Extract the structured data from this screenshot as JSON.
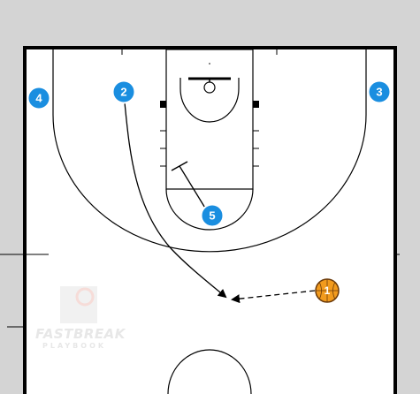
{
  "diagram": {
    "watermark": {
      "brand": "FASTBREAK",
      "sub": "PLAYBOOK"
    },
    "players": [
      {
        "id": "player-1",
        "number": "1",
        "role": "ball-handler"
      },
      {
        "id": "player-2",
        "number": "2"
      },
      {
        "id": "player-3",
        "number": "3"
      },
      {
        "id": "player-4",
        "number": "4"
      },
      {
        "id": "player-5",
        "number": "5"
      }
    ],
    "actions": [
      {
        "type": "cut",
        "from": "2",
        "style": "solid-arrow"
      },
      {
        "type": "pass",
        "from": "1",
        "style": "dashed-arrow"
      },
      {
        "type": "screen",
        "from": "5"
      }
    ],
    "colors": {
      "player_fill": "#1a8ee0",
      "ball_fill": "#f29b1d",
      "court_lines": "#000000",
      "background": "#d4d4d4",
      "court_floor": "#ffffff"
    }
  }
}
